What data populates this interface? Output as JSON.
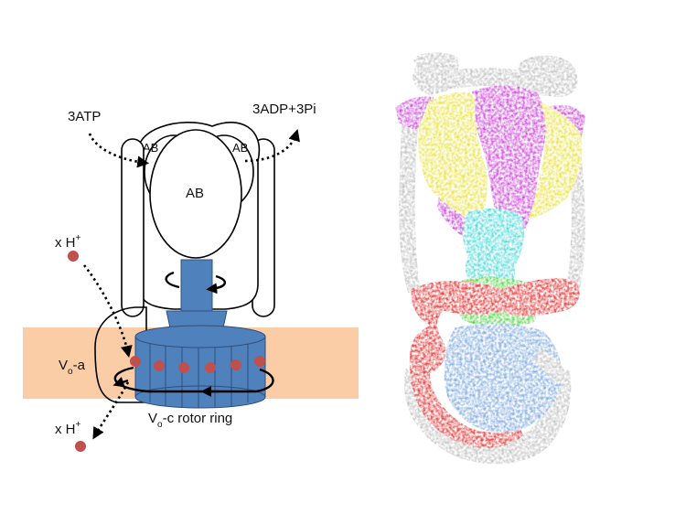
{
  "schematic": {
    "atp_label": "3ATP",
    "adp_label": "3ADP+3Pi",
    "ab_left": "AB",
    "ab_right": "AB",
    "ab_center": "AB",
    "proton_in": {
      "base": "x H",
      "sup": "+"
    },
    "proton_out": {
      "base": "x H",
      "sup": "+"
    },
    "vo_a": {
      "base": "V",
      "sub": "o",
      "rest": "-a"
    },
    "rotor": {
      "base": "V",
      "sub": "o",
      "rest": "-c rotor ring"
    }
  },
  "density_map": {
    "subunit_colors": {
      "outer_stator": "#b9b9b9",
      "A_subunit": "#e8de28",
      "B_subunit": "#c62ad6",
      "central_stalk": "#2ed3d6",
      "d_subunit": "#3ccf2c",
      "a_subunit": "#e01818",
      "c_ring": "#6f9fdc"
    }
  },
  "colors": {
    "membrane": "#fbcda6",
    "rotor_blue": "#4f81bd",
    "proton_dot": "#c0504d",
    "outline": "#000000"
  }
}
